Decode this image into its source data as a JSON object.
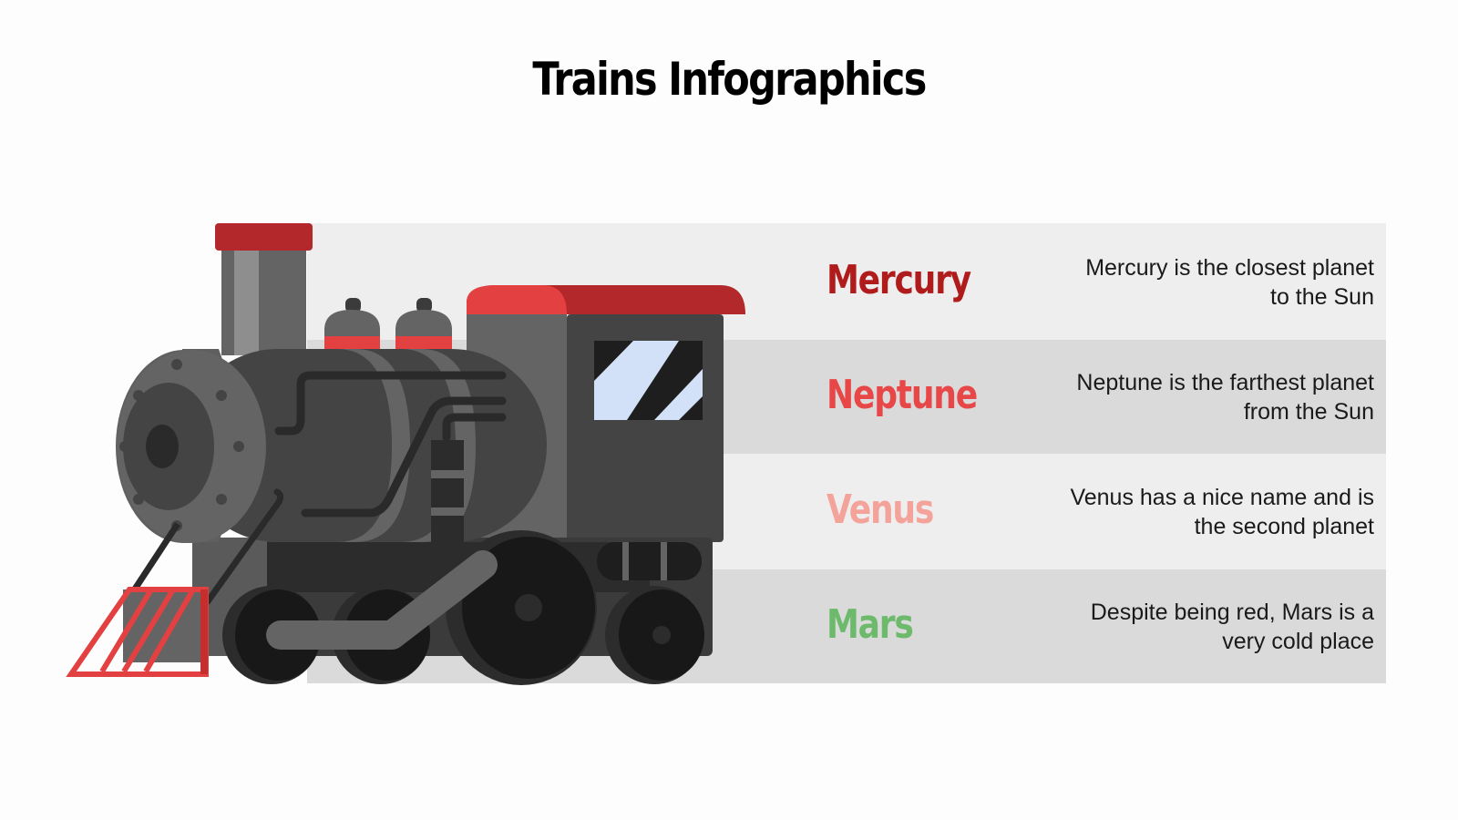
{
  "title": "Trains Infographics",
  "rows": [
    {
      "name": "Mercury",
      "color": "#b01c1c",
      "desc_line1": "Mercury is the closest planet",
      "desc_line2": "to the Sun"
    },
    {
      "name": "Neptune",
      "color": "#e84747",
      "desc_line1": "Neptune is the farthest planet",
      "desc_line2": "from the Sun"
    },
    {
      "name": "Venus",
      "color": "#f4a39a",
      "desc_line1": "Venus has a nice name and is",
      "desc_line2": "the second planet"
    },
    {
      "name": "Mars",
      "color": "#6dba6d",
      "desc_line1": "Despite being red, Mars is a",
      "desc_line2": "very cold place"
    }
  ],
  "illustration": {
    "icon": "steam-locomotive-icon"
  },
  "colors": {
    "band_light": "#eeeeee",
    "band_dark": "#dadada",
    "accent_red": "#b3282b",
    "accent_red_light": "#e34141"
  }
}
